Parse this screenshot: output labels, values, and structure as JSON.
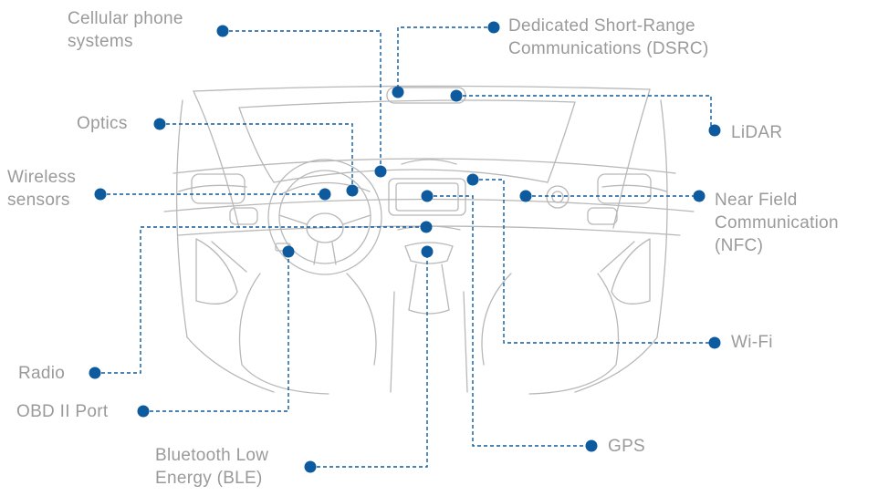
{
  "colors": {
    "accent": "#0d5a9e",
    "label": "#9a9a9a",
    "outline": "#b8b8b8"
  },
  "labels": {
    "cellular": "Cellular phone\nsystems",
    "dsrc": "Dedicated Short-Range\nCommunications (DSRC)",
    "optics": "Optics",
    "lidar": "LiDAR",
    "wireless_sensors": "Wireless\nsensors",
    "nfc": "Near Field\nCommunication\n(NFC)",
    "wifi": "Wi-Fi",
    "radio": "Radio",
    "obd": "OBD II Port",
    "gps": "GPS",
    "ble": "Bluetooth Low\nEnergy (BLE)"
  }
}
